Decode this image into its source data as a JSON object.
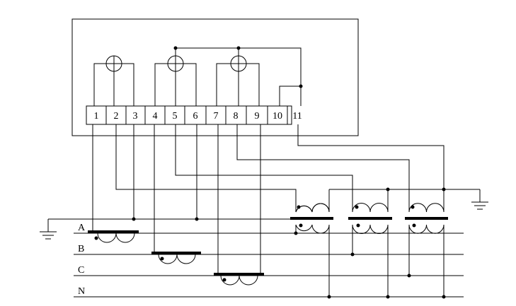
{
  "terminals": [
    "1",
    "2",
    "3",
    "4",
    "5",
    "6",
    "7",
    "8",
    "9",
    "10",
    "11"
  ],
  "phase_lines": [
    "A",
    "B",
    "C",
    "N"
  ]
}
